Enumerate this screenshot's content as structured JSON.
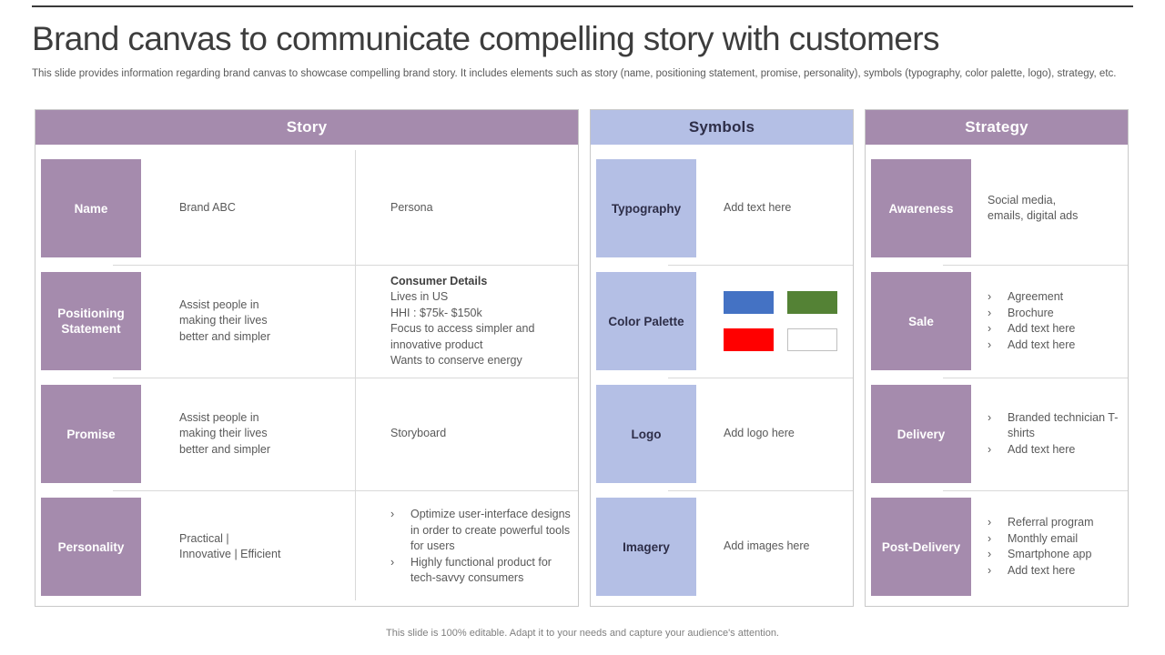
{
  "slide": {
    "title": "Brand canvas to communicate compelling story with customers",
    "description": "This slide provides information regarding brand canvas to showcase compelling brand story. It includes elements such as story (name, positioning statement, promise, personality), symbols (typography, color palette, logo), strategy, etc.",
    "footer": "This slide is 100% editable. Adapt it to your needs and capture your audience's attention."
  },
  "colors": {
    "purple": "#a58bad",
    "lavender": "#b4bfe5",
    "swatch_blue": "#4472c4",
    "swatch_green": "#548235",
    "swatch_red": "#ff0000",
    "swatch_white": "#ffffff",
    "body_text": "#595959",
    "header_text_light": "#ffffff",
    "header_text_dark": "#2e2e48"
  },
  "tables": [
    {
      "id": "story",
      "header": "Story",
      "theme": "purple",
      "columns": 2,
      "rows": [
        {
          "label": "Name",
          "cells": [
            {
              "type": "text",
              "lines": [
                "Brand ABC"
              ]
            },
            {
              "type": "text",
              "lines": [
                "Persona"
              ]
            }
          ]
        },
        {
          "label": "Positioning Statement",
          "cells": [
            {
              "type": "text",
              "lines": [
                "Assist people in",
                "making their lives",
                "better and simpler"
              ]
            },
            {
              "type": "rich",
              "heading": "Consumer Details",
              "lines": [
                "Lives in US",
                "HHI : $75k- $150k",
                "Focus to access simpler and",
                "innovative product",
                "Wants to conserve energy"
              ]
            }
          ]
        },
        {
          "label": "Promise",
          "cells": [
            {
              "type": "text",
              "lines": [
                "Assist people in",
                "making their lives",
                "better and simpler"
              ]
            },
            {
              "type": "text",
              "lines": [
                "Storyboard"
              ]
            }
          ]
        },
        {
          "label": "Personality",
          "cells": [
            {
              "type": "text",
              "lines": [
                "Practical |",
                "Innovative | Efficient"
              ]
            },
            {
              "type": "bullets",
              "items": [
                "Optimize user-interface designs in order to create powerful tools for users",
                "Highly functional product for tech-savvy consumers"
              ]
            }
          ]
        }
      ]
    },
    {
      "id": "symbols",
      "header": "Symbols",
      "theme": "lavender",
      "columns": 1,
      "rows": [
        {
          "label": "Typography",
          "cells": [
            {
              "type": "text",
              "lines": [
                "Add text here"
              ],
              "placeholder": true
            }
          ]
        },
        {
          "label": "Color Palette",
          "cells": [
            {
              "type": "swatches",
              "colors": [
                "#4472c4",
                "#548235",
                "#ff0000",
                "#ffffff"
              ]
            }
          ]
        },
        {
          "label": "Logo",
          "cells": [
            {
              "type": "text",
              "lines": [
                "Add logo here"
              ],
              "placeholder": true
            }
          ]
        },
        {
          "label": "Imagery",
          "cells": [
            {
              "type": "text",
              "lines": [
                "Add images here"
              ],
              "placeholder": true
            }
          ]
        }
      ]
    },
    {
      "id": "strategy",
      "header": "Strategy",
      "theme": "purple",
      "columns": 1,
      "rows": [
        {
          "label": "Awareness",
          "cells": [
            {
              "type": "text",
              "lines": [
                "Social media,",
                "emails, digital ads"
              ]
            }
          ]
        },
        {
          "label": "Sale",
          "cells": [
            {
              "type": "bullets",
              "items": [
                "Agreement",
                "Brochure",
                "Add text here",
                "Add text here"
              ]
            }
          ]
        },
        {
          "label": "Delivery",
          "cells": [
            {
              "type": "bullets",
              "items": [
                "Branded technician T-shirts",
                "Add text here"
              ]
            }
          ]
        },
        {
          "label": "Post-Delivery",
          "cells": [
            {
              "type": "bullets",
              "items": [
                "Referral program",
                "Monthly email",
                "Smartphone app",
                "Add text here"
              ]
            }
          ]
        }
      ]
    }
  ]
}
